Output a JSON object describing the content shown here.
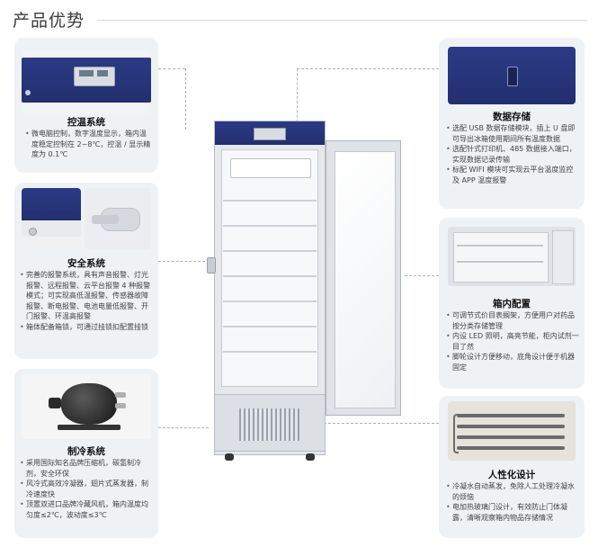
{
  "page": {
    "title": "产品优势"
  },
  "sections": {
    "temp": {
      "title": "控温系统",
      "bullets": [
        "微电脑控制，数字温度显示，箱内温度稳定控制在 2~8℃，控温 / 显示精度为 0.1℃"
      ]
    },
    "safety": {
      "title": "安全系统",
      "bullets": [
        "完善的报警系统，具有声音报警、灯光报警、远程报警、云平台报警 4 种报警模式；可实现高低温报警、传感器故障报警、断电报警、电池电量低报警、开门报警、环温高报警",
        "箱体配备箱锁，可通过挂锁扣配置挂锁"
      ]
    },
    "cooling": {
      "title": "制冷系统",
      "bullets": [
        "采用国际知名品牌压缩机，碳氢制冷剂，安全环保",
        "风冷式高效冷凝器，翅片式蒸发器，制冷速度快",
        "顶置双进口品牌冷藏风机，箱内温度均匀度≤2℃，波动度≤3℃"
      ]
    },
    "storage": {
      "title": "数据存储",
      "bullets": [
        "选配 USB 数据存储模块，插上 U 盘即可导出冰箱使用期间所有温度数据",
        "选配针式打印机、485 数据接入端口，实现数据记录传输",
        "标配 WIFI 模块可实现云平台温度监控及 APP 温度报警"
      ]
    },
    "interior": {
      "title": "箱内配置",
      "bullets": [
        "可调节式价目表搁架，方便用户对药品按分类存储管理",
        "内设 LED 照明，高亮节能，柜内试剂一目了然",
        "脚轮设计方便移动，底角设计便于机器固定"
      ]
    },
    "human": {
      "title": "人性化设计",
      "bullets": [
        "冷凝水自动蒸发，免除人工处理冷凝水的烦恼",
        "电加热玻璃门设计，有效防止门体凝露，清晰观察箱内物品存储情况"
      ]
    }
  },
  "colors": {
    "panel_navy": "#26357a",
    "card_bg": "#eef2f5",
    "cabinet": "#e6e8eb"
  }
}
